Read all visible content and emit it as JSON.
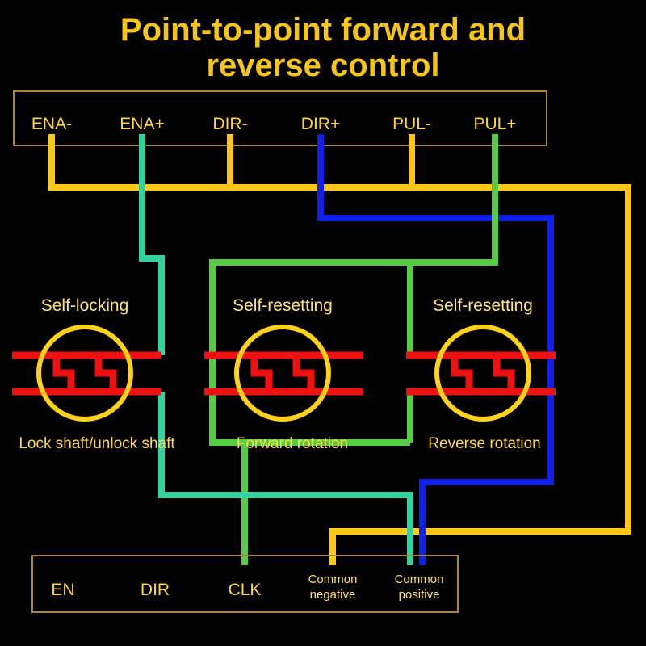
{
  "title": {
    "line1": "Point-to-point forward and",
    "line2": "reverse control"
  },
  "colors": {
    "background": "#000000",
    "title": "#f5c518",
    "label": "#ffd633",
    "box_border": "#a8873a",
    "wire_yellow": "#ffc61a",
    "wire_teal": "#35d1a0",
    "wire_green": "#55cc44",
    "wire_blue": "#1020e8",
    "switch_ring": "#ffd11a",
    "contact_red": "#ee1111"
  },
  "driver_terminals": {
    "name": "Stepper driver terminal block",
    "items": [
      {
        "label": "ENA-",
        "wire_color": "#ffc61a",
        "wire_name": "wire-ena-minus"
      },
      {
        "label": "ENA+",
        "wire_color": "#35d1a0",
        "wire_name": "wire-ena-plus"
      },
      {
        "label": "DIR-",
        "wire_color": "#ffc61a",
        "wire_name": "wire-dir-minus"
      },
      {
        "label": "DIR+",
        "wire_color": "#1020e8",
        "wire_name": "wire-dir-plus"
      },
      {
        "label": "PUL-",
        "wire_color": "#ffc61a",
        "wire_name": "wire-pul-minus"
      },
      {
        "label": "PUL+",
        "wire_color": "#55cc44",
        "wire_name": "wire-pul-plus"
      }
    ]
  },
  "switches": [
    {
      "type_label": "Self-locking",
      "function_label": "Lock shaft/unlock shaft",
      "name": "switch-self-locking"
    },
    {
      "type_label": "Self-resetting",
      "function_label": "Forward rotation",
      "name": "switch-forward-rotation"
    },
    {
      "type_label": "Self-resetting",
      "function_label": "Reverse rotation",
      "name": "switch-reverse-rotation"
    }
  ],
  "controller_terminals": {
    "name": "Controller terminal block",
    "items": [
      {
        "label": "EN",
        "label_line2": "",
        "wire_color": "",
        "wire_name": "terminal-en"
      },
      {
        "label": "DIR",
        "label_line2": "",
        "wire_color": "",
        "wire_name": "terminal-dir"
      },
      {
        "label": "CLK",
        "label_line2": "",
        "wire_color": "#55cc44",
        "wire_name": "terminal-clk"
      },
      {
        "label": "Common",
        "label_line2": "negative",
        "wire_color": "#ffc61a",
        "wire_name": "terminal-common-negative"
      },
      {
        "label": "Common",
        "label_line2": "positive",
        "wire_color": "#35d1a0",
        "wire_name": "terminal-common-positive"
      }
    ]
  }
}
